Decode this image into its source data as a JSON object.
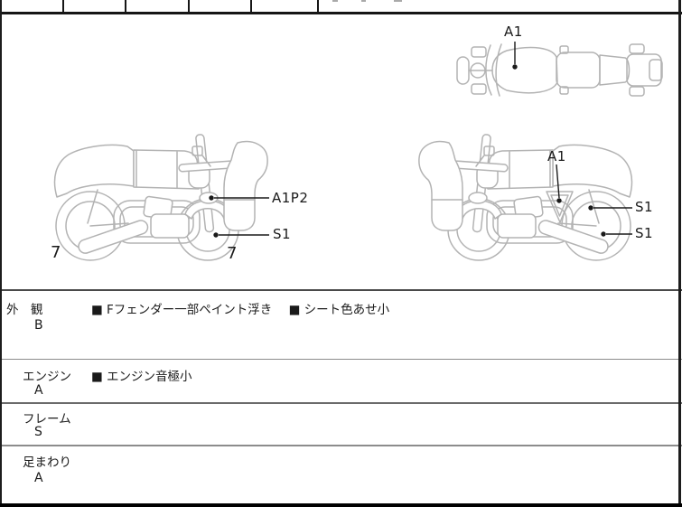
{
  "diagram_labels": {
    "top_view_a1": "A1",
    "left_a1p2": "A1P2",
    "left_s1": "S1",
    "left_rear_wheel_7": "7",
    "left_front_wheel_7": "7",
    "right_a1": "A1",
    "right_s1_upper": "S1",
    "right_s1_lower": "S1"
  },
  "inspection_rows": [
    {
      "category": "外　観",
      "grade": "B",
      "notes": [
        "■ Fフェンダー一部ペイント浮き",
        "■ シート色あせ小"
      ]
    },
    {
      "category": "エンジン",
      "grade": "A",
      "notes": [
        "■ エンジン音極小"
      ]
    },
    {
      "category": "フレーム",
      "grade": "S",
      "notes": []
    },
    {
      "category": "足まわり",
      "grade": "A",
      "notes": []
    }
  ],
  "colors": {
    "line_art": "#b3b3b3",
    "ink": "#1a1a1a"
  }
}
